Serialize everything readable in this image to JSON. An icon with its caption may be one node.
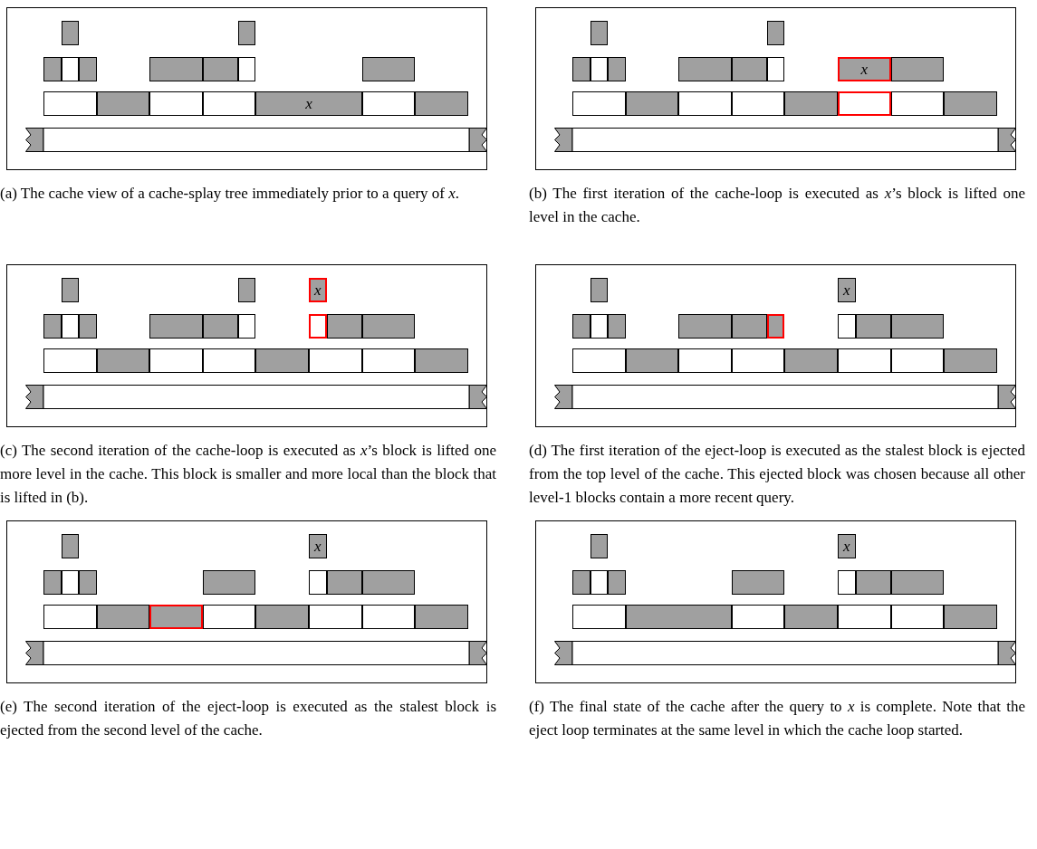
{
  "diagram": {
    "nodes": [
      {
        "text": [
          "(a) The cache view of a cache-splay tree immediately prior to a query of *x*."
        ]
      },
      {
        "text": [],
        "shape": "box",
        "in": 0
      },
      {
        "text": [],
        "shape": "box",
        "in": 0
      },
      {
        "text": [],
        "shape": "box",
        "in": 0
      },
      {
        "text": [],
        "shape": "box",
        "in": 0
      },
      {
        "text": [],
        "shape": "box",
        "in": 0
      },
      {
        "text": [],
        "shape": "box",
        "in": 0
      },
      {
        "text": [],
        "shape": "box",
        "in": 0
      },
      {
        "text": [],
        "shape": "box",
        "in": 0
      },
      {
        "text": [],
        "shape": "box",
        "in": 0
      },
      {
        "text": [],
        "shape": "box",
        "in": 0
      },
      {
        "text": [],
        "shape": "box",
        "in": 0
      },
      {
        "text": [],
        "shape": "box",
        "in": 0
      },
      {
        "text": [],
        "shape": "box",
        "in": 0
      },
      {
        "text": [
          "x"
        ],
        "in": 0
      },
      {
        "text": [],
        "shape": "box",
        "in": 0
      },
      {
        "text": [],
        "shape": "box",
        "in": 0
      },
      {
        "text": [],
        "shape": "bar",
        "in": 0
      },
      {
        "text": [
          "(b) The first iteration of the cache-loop is executed as *x*’s block is lifted one level in the cache."
        ]
      },
      {
        "text": [],
        "shape": "box",
        "in": 18
      },
      {
        "text": [],
        "shape": "box",
        "in": 18
      },
      {
        "text": [],
        "shape": "box",
        "in": 18
      },
      {
        "text": [],
        "shape": "box",
        "in": 18
      },
      {
        "text": [],
        "shape": "box",
        "in": 18
      },
      {
        "text": [],
        "shape": "box",
        "in": 18
      },
      {
        "text": [],
        "shape": "box",
        "in": 18
      },
      {
        "text": [],
        "shape": "box",
        "in": 18
      },
      {
        "text": [
          "x"
        ],
        "in": 18
      },
      {
        "text": [],
        "shape": "box",
        "in": 18
      },
      {
        "text": [],
        "shape": "box",
        "in": 18
      },
      {
        "text": [],
        "shape": "box",
        "in": 18
      },
      {
        "text": [],
        "shape": "box",
        "in": 18
      },
      {
        "text": [],
        "shape": "box",
        "in": 18
      },
      {
        "text": [],
        "shape": "box",
        "in": 18
      },
      {
        "text": [],
        "shape": "box",
        "in": 18
      },
      {
        "text": [],
        "shape": "box",
        "in": 18
      },
      {
        "text": [],
        "shape": "box",
        "in": 18
      },
      {
        "text": [],
        "shape": "bar",
        "in": 18
      },
      {
        "text": [
          "(c) The second iteration of the cache-loop is executed as *x*’s block is lifted one more level in the cache. This block is smaller and more local than the block that is lifted in (b)."
        ]
      },
      {
        "text": [],
        "shape": "box",
        "in": 38
      },
      {
        "text": [],
        "shape": "box",
        "in": 38
      },
      {
        "text": [
          "x"
        ],
        "in": 38
      },
      {
        "text": [],
        "shape": "box",
        "in": 38
      },
      {
        "text": [],
        "shape": "box",
        "in": 38
      },
      {
        "text": [],
        "shape": "box",
        "in": 38
      },
      {
        "text": [],
        "shape": "box",
        "in": 38
      },
      {
        "text": [],
        "shape": "box",
        "in": 38
      },
      {
        "text": [],
        "shape": "box",
        "in": 38
      },
      {
        "text": [],
        "shape": "box",
        "in": 38
      },
      {
        "text": [],
        "shape": "box",
        "in": 38
      },
      {
        "text": [],
        "shape": "box",
        "in": 38
      },
      {
        "text": [],
        "shape": "box",
        "in": 38
      },
      {
        "text": [],
        "shape": "box",
        "in": 38
      },
      {
        "text": [],
        "shape": "box",
        "in": 38
      },
      {
        "text": [],
        "shape": "box",
        "in": 38
      },
      {
        "text": [],
        "shape": "box",
        "in": 38
      },
      {
        "text": [],
        "shape": "box",
        "in": 38
      },
      {
        "text": [],
        "shape": "box",
        "in": 38
      },
      {
        "text": [],
        "shape": "box",
        "in": 38
      },
      {
        "text": [],
        "shape": "bar",
        "in": 38
      },
      {
        "text": [
          "(d) The first iteration of the eject-loop is executed as the stalest block is ejected from the top level of the cache. This ejected block was chosen because all other level-1 blocks contain a more recent query."
        ]
      },
      {
        "text": [],
        "shape": "box",
        "in": 60
      },
      {
        "text": [
          "x"
        ],
        "in": 60
      },
      {
        "text": [],
        "shape": "box",
        "in": 60
      },
      {
        "text": [],
        "shape": "box",
        "in": 60
      },
      {
        "text": [],
        "shape": "box",
        "in": 60
      },
      {
        "text": [],
        "shape": "box",
        "in": 60
      },
      {
        "text": [],
        "shape": "box",
        "in": 60
      },
      {
        "text": [],
        "shape": "box",
        "in": 60
      },
      {
        "text": [],
        "shape": "box",
        "in": 60
      },
      {
        "text": [],
        "shape": "box",
        "in": 60
      },
      {
        "text": [],
        "shape": "box",
        "in": 60
      },
      {
        "text": [],
        "shape": "box",
        "in": 60
      },
      {
        "text": [],
        "shape": "box",
        "in": 60
      },
      {
        "text": [],
        "shape": "box",
        "in": 60
      },
      {
        "text": [],
        "shape": "box",
        "in": 60
      },
      {
        "text": [],
        "shape": "box",
        "in": 60
      },
      {
        "text": [],
        "shape": "box",
        "in": 60
      },
      {
        "text": [],
        "shape": "box",
        "in": 60
      },
      {
        "text": [],
        "shape": "box",
        "in": 60
      },
      {
        "text": [],
        "shape": "bar",
        "in": 60
      },
      {
        "text": [
          "(e) The second iteration of the eject-loop is executed as the stalest block is ejected from the second level of the cache."
        ]
      },
      {
        "text": [],
        "shape": "box",
        "in": 81
      },
      {
        "text": [
          "x"
        ],
        "in": 81
      },
      {
        "text": [],
        "shape": "box",
        "in": 81
      },
      {
        "text": [],
        "shape": "box",
        "in": 81
      },
      {
        "text": [],
        "shape": "box",
        "in": 81
      },
      {
        "text": [],
        "shape": "box",
        "in": 81
      },
      {
        "text": [],
        "shape": "box",
        "in": 81
      },
      {
        "text": [],
        "shape": "box",
        "in": 81
      },
      {
        "text": [],
        "shape": "box",
        "in": 81
      },
      {
        "text": [],
        "shape": "box",
        "in": 81
      },
      {
        "text": [],
        "shape": "box",
        "in": 81
      },
      {
        "text": [],
        "shape": "box",
        "in": 81
      },
      {
        "text": [],
        "shape": "box",
        "in": 81
      },
      {
        "text": [],
        "shape": "box",
        "in": 81
      },
      {
        "text": [],
        "shape": "box",
        "in": 81
      },
      {
        "text": [],
        "shape": "box",
        "in": 81
      },
      {
        "text": [],
        "shape": "box",
        "in": 81
      },
      {
        "text": [],
        "shape": "bar",
        "in": 81
      },
      {
        "text": [
          "(f) The final state of the cache after the query to *x* is complete. Note that the eject loop terminates at the same level in which the cache loop started."
        ]
      },
      {
        "text": [],
        "shape": "box",
        "in": 100
      },
      {
        "text": [
          "x"
        ],
        "in": 100
      },
      {
        "text": [],
        "shape": "box",
        "in": 100
      },
      {
        "text": [],
        "shape": "box",
        "in": 100
      },
      {
        "text": [],
        "shape": "box",
        "in": 100
      },
      {
        "text": [],
        "shape": "box",
        "in": 100
      },
      {
        "text": [],
        "shape": "box",
        "in": 100
      },
      {
        "text": [],
        "shape": "box",
        "in": 100
      },
      {
        "text": [],
        "shape": "box",
        "in": 100
      },
      {
        "text": [],
        "shape": "box",
        "in": 100
      },
      {
        "text": [],
        "shape": "box",
        "in": 100
      },
      {
        "text": [],
        "shape": "box",
        "in": 100
      },
      {
        "text": [],
        "shape": "box",
        "in": 100
      },
      {
        "text": [],
        "shape": "box",
        "in": 100
      },
      {
        "text": [],
        "shape": "box",
        "in": 100
      },
      {
        "text": [],
        "shape": "box",
        "in": 100
      },
      {
        "text": [],
        "shape": "bar",
        "in": 100
      }
    ]
  }
}
